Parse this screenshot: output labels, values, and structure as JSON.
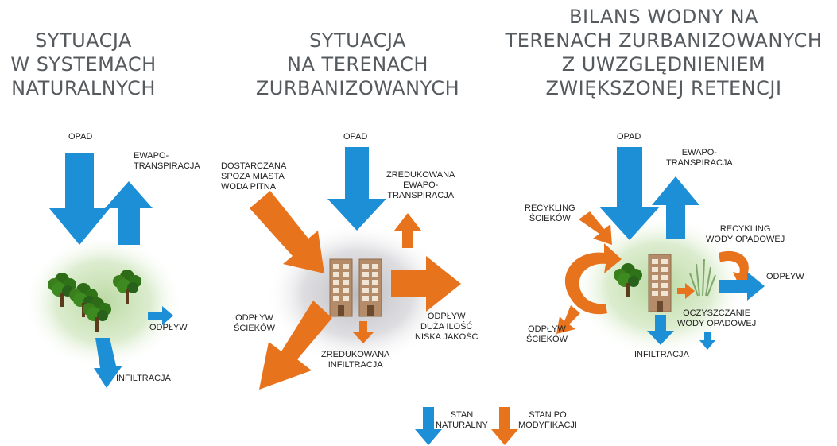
{
  "titles": {
    "natural": "SYTUACJA\nW SYSTEMACH\nNATURALNYCH",
    "urban": "SYTUACJA\nNA TERENACH\nZURBANIZOWANYCH",
    "retention": "BILANS WODNY NA\nTERENACH ZURBANIZOWANYCH\nZ UWZGLĘDNIENIEM\nZWIĘKSZONEJ RETENCJI"
  },
  "natural": {
    "opad": "OPAD",
    "ewapo": "EWAPO-\nTRANSPIRACJA",
    "odplyw": "ODPŁYW",
    "infiltracja": "INFILTRACJA"
  },
  "urban": {
    "dostarczana": "DOSTARCZANA\nSPOZA MIASTA\nWODA PITNA",
    "opad": "OPAD",
    "zred_ewapo": "ZREDUKOWANA\nEWAPO-\nTRANSPIRACJA",
    "odplyw_sciekow": "ODPŁYW\nŚCIEKÓW",
    "odplyw_duza": "ODPŁYW\nDUŻA ILOŚĆ\nNISKA JAKOŚĆ",
    "zred_infiltracja": "ZREDUKOWANA\nINFILTRACJA"
  },
  "retention": {
    "opad": "OPAD",
    "ewapo": "EWAPO-\nTRANSPIRACJA",
    "recykling_sciekow": "RECYKLING\nŚCIEKÓW",
    "recykling_wody": "RECYKLING\nWODY OPADOWEJ",
    "odplyw": "ODPŁYW",
    "oczyszczanie": "OCZYSZCZANIE\nWODY OPADOWEJ",
    "odplyw_sciekow": "ODPŁYW\nŚCIEKÓW",
    "infiltracja": "INFILTRACJA"
  },
  "legend": {
    "natural": "STAN\nNATURALNY",
    "modified": "STAN PO\nMODYFIKACJI"
  },
  "colors": {
    "natural_arrow": "#1c8fd6",
    "modified_arrow": "#e8731d",
    "title": "#555a5e",
    "green_halo": "#c9e2b5",
    "gray_halo": "#c8c8cc",
    "building": "#b58c6a"
  }
}
